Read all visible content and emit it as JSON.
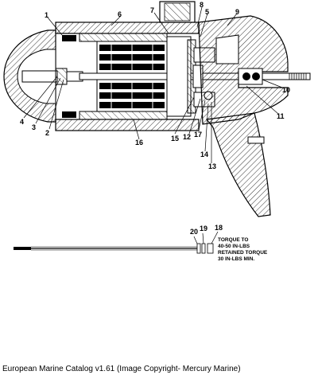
{
  "callouts": {
    "c1": "1",
    "c2": "2",
    "c3": "3",
    "c4": "4",
    "c5": "5",
    "c6": "6",
    "c7": "7",
    "c8": "8",
    "c9": "9",
    "c10": "10",
    "c11": "11",
    "c12": "12",
    "c13": "13",
    "c14": "14",
    "c15": "15",
    "c16": "16",
    "c17": "17",
    "c18": "18",
    "c19": "19",
    "c20": "20"
  },
  "torque_note": [
    "TORQUE TO",
    "40-50 IN-LBS",
    "RETAINED TORQUE",
    "30 IN-LBS MIN."
  ],
  "caption": "European Marine Catalog v1.61 (Image Copyright- Mercury Marine)"
}
